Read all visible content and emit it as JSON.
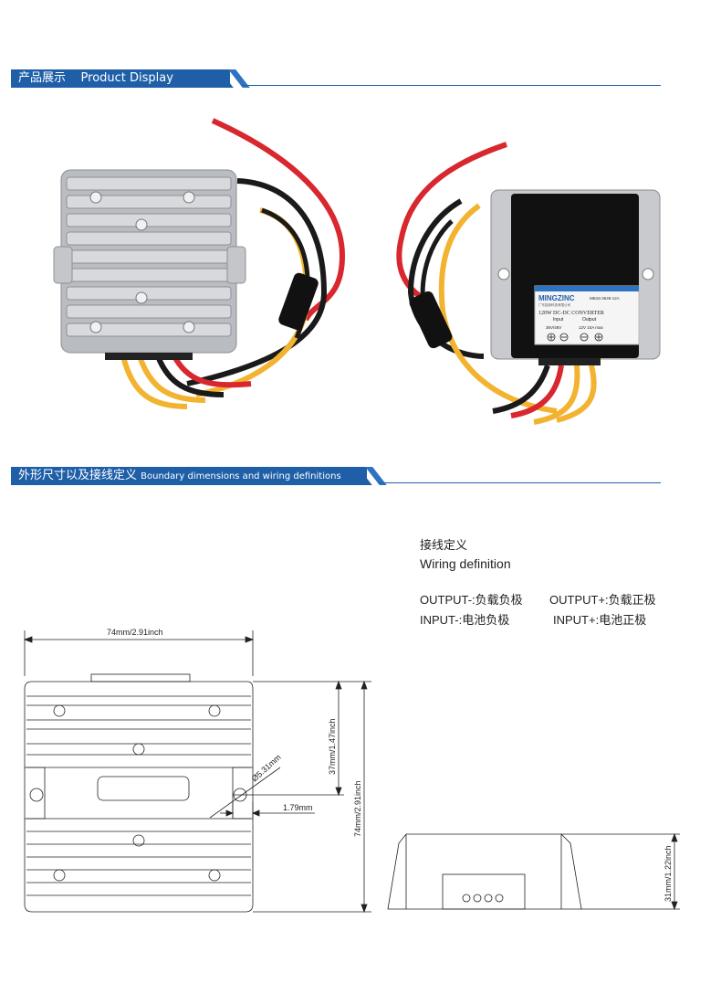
{
  "sections": {
    "product_display": {
      "cn": "产品展示",
      "en": "Product Display"
    },
    "dimensions": {
      "cn": "外形尺寸以及接线定义",
      "en": "Boundary dimensions and wiring definitions"
    }
  },
  "label": {
    "brand": "MINGZINC",
    "company": "广东铭锌科技有限公司",
    "model": "MB16-3648-12A",
    "power": "120W DC-DC CONVERTER",
    "input_label": "Input",
    "output_label": "Output",
    "input_value": "36V/48V",
    "output_value": "12V 10A max"
  },
  "wiring": {
    "title_cn": "接线定义",
    "title_en": "Wiring definition",
    "output_minus": "OUTPUT-:负载负极",
    "output_plus": "OUTPUT+:负载正极",
    "input_minus": "INPUT-:电池负极",
    "input_plus": "INPUT+:电池正极"
  },
  "dimensions": {
    "width": "74mm/2.91inch",
    "height": "74mm/2.91inch",
    "inner_height": "37mm/1.47inch",
    "hole": "Ø5.31mm",
    "offset": "1.79mm",
    "side_height": "31mm/1.22inch"
  },
  "colors": {
    "accent": "#1f5fa8",
    "wire_red": "#d8272e",
    "wire_yellow": "#f2b430",
    "wire_black": "#1a1a1a"
  }
}
